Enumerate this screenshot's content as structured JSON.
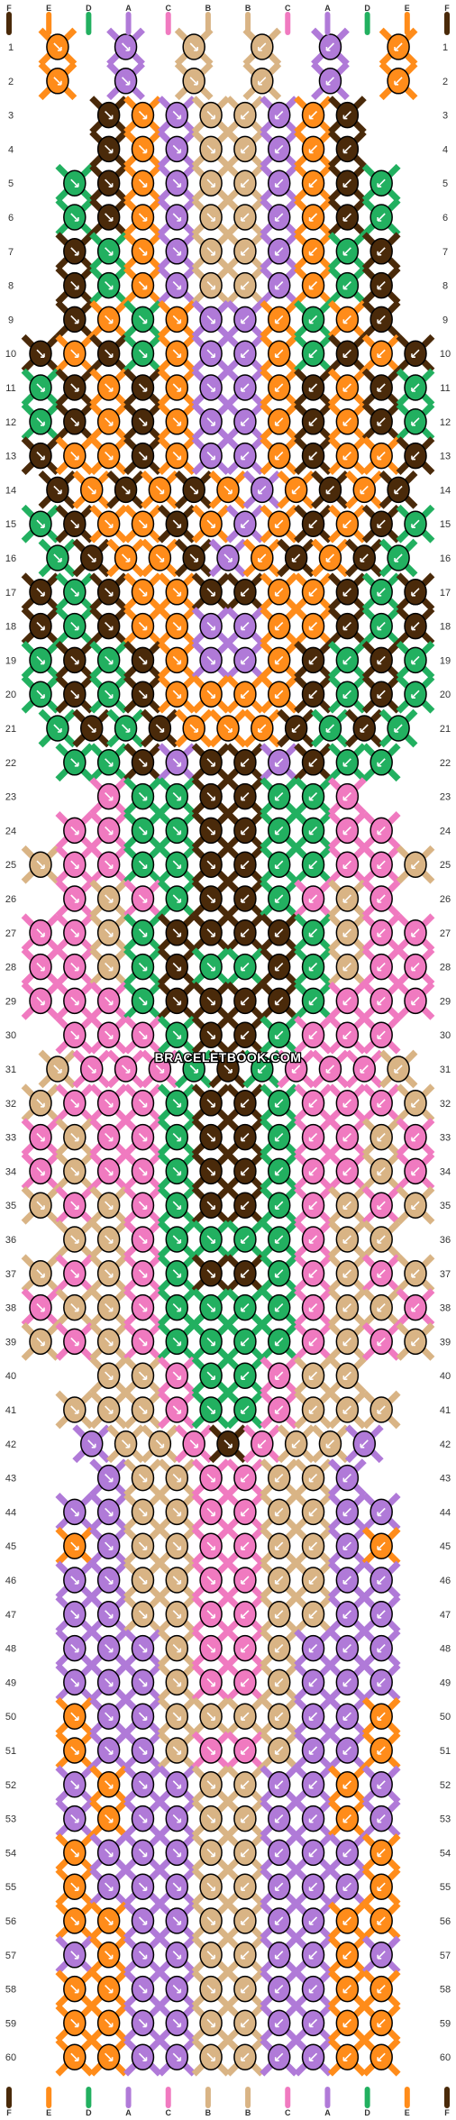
{
  "watermark": "BRACELETBOOK.COM",
  "row_labels": [
    "1",
    "2",
    "3",
    "4",
    "5",
    "6",
    "7",
    "8",
    "9",
    "10",
    "11",
    "12",
    "13",
    "14",
    "15",
    "16",
    "17",
    "18",
    "19",
    "20",
    "21",
    "22",
    "23",
    "24",
    "25",
    "26",
    "27",
    "28",
    "29",
    "30",
    "31",
    "32",
    "33",
    "34",
    "35",
    "36",
    "37",
    "38",
    "39",
    "40",
    "41",
    "42",
    "43",
    "44",
    "45",
    "46",
    "47",
    "48",
    "49",
    "50",
    "51",
    "52",
    "53",
    "54",
    "55",
    "56",
    "57",
    "58",
    "59",
    "60"
  ],
  "strands": [
    {
      "label": "F",
      "color": "#4a2a0a"
    },
    {
      "label": "E",
      "color": "#ff8c1a"
    },
    {
      "label": "D",
      "color": "#22b060"
    },
    {
      "label": "A",
      "color": "#b07ad8"
    },
    {
      "label": "C",
      "color": "#f07ac0"
    },
    {
      "label": "B",
      "color": "#d9b485"
    },
    {
      "label": "B",
      "color": "#d9b485"
    },
    {
      "label": "C",
      "color": "#f07ac0"
    },
    {
      "label": "A",
      "color": "#b07ad8"
    },
    {
      "label": "D",
      "color": "#22b060"
    },
    {
      "label": "E",
      "color": "#ff8c1a"
    },
    {
      "label": "F",
      "color": "#4a2a0a"
    }
  ],
  "palette": {
    "F": "#4a2a0a",
    "E": "#ff8c1a",
    "D": "#22b060",
    "A": "#b07ad8",
    "C": "#f07ac0",
    "B": "#d9b485"
  },
  "rows": [
    "EA BB AE",
    "EAB BAE",
    "FEAB BAEF",
    "FEAB BAEF",
    "DFEABBAEFD",
    "DFEABBAEFD",
    "FDEABBAEDF",
    "FDEABBAEDF",
    "FEDEAAEDEF",
    "FEFDEAAEDFEF",
    "DFEFEAAEFEFD",
    "DFEFEAAEFEFD",
    "FEEFEAAEFEEF",
    "FEFEFEAEFEF",
    "DFEEFEAEFEFD",
    "DFEEFAEFEFD",
    "FDFEEFFEEFDF",
    "FDFEEAAEEFDF",
    "DFDFEAAEFDFD",
    "DFDFEEEEFDFD",
    "DFDFEEEFDFD",
    "DDFAFFAFDD",
    "CDDFFDDC",
    "CCDDFFDDCC",
    "BCCDDFFDDCCB",
    "CBCDFFDCBC",
    "CCBDFFFFDBCC",
    "CCBDFDDFDBCC",
    "CCCDFFFFDCCC",
    "CCCDFFDCCC",
    "BCCCDFDCCCB",
    "BCCCDFFDCCCB",
    "CBCCDFFDCCBC",
    "CBCCDFFDCCBC",
    "BCBCDFFDCBCB",
    "BBCDDDDCBB",
    "BCBCDFFDCBCB",
    "CBBCDDDDCBBC",
    "BCBCDDDDCBCB",
    "BBCDDCBB",
    "BBBCDDCBBB",
    "ABBCFCBBA",
    "ABBCCBBA",
    "AABBCCBBAA",
    "EABBCCBBAE",
    "AABBCCBBAA",
    "AABBCCBBAA",
    "AAABCCBAAA",
    "AAABCCBAAA",
    "EAABBBBAAE",
    "EAABCCBAAE",
    "AEAABBAAEA",
    "AEAABBAAEA",
    "EAAABBAAAE",
    "EAAABBAAAE",
    "EEAABBAAEE",
    "AEAABBAAEA",
    "EEAABBAAEE",
    "EEAABBAAEE",
    "EEAABBAAEE"
  ]
}
